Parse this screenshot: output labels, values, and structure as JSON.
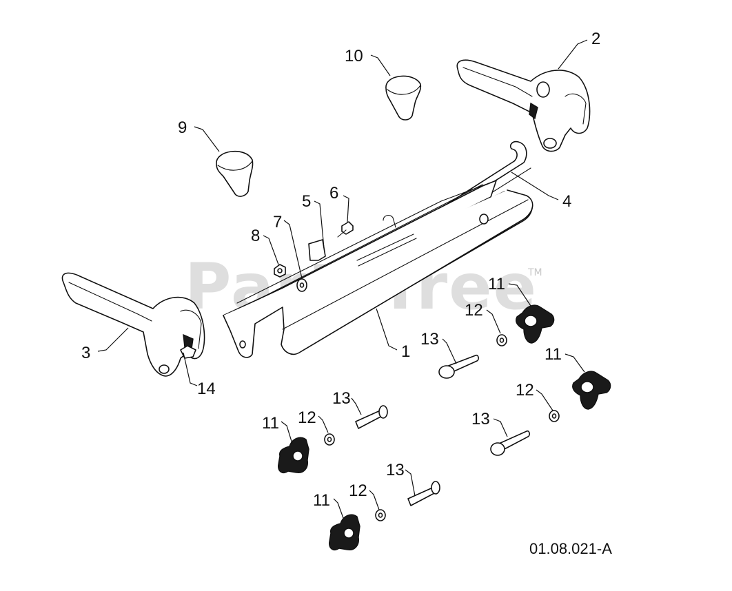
{
  "watermark": {
    "text": "PartsTree",
    "trademark": "TM"
  },
  "drawing_code": "01.08.021-A",
  "callouts": {
    "c1": "1",
    "c2": "2",
    "c3": "3",
    "c4": "4",
    "c5": "5",
    "c6": "6",
    "c7": "7",
    "c8": "8",
    "c9": "9",
    "c10": "10",
    "c11a": "11",
    "c11b": "11",
    "c11c": "11",
    "c11d": "11",
    "c12a": "12",
    "c12b": "12",
    "c12c": "12",
    "c12d": "12",
    "c13a": "13",
    "c13b": "13",
    "c13c": "13",
    "c13d": "13",
    "c14": "14"
  }
}
